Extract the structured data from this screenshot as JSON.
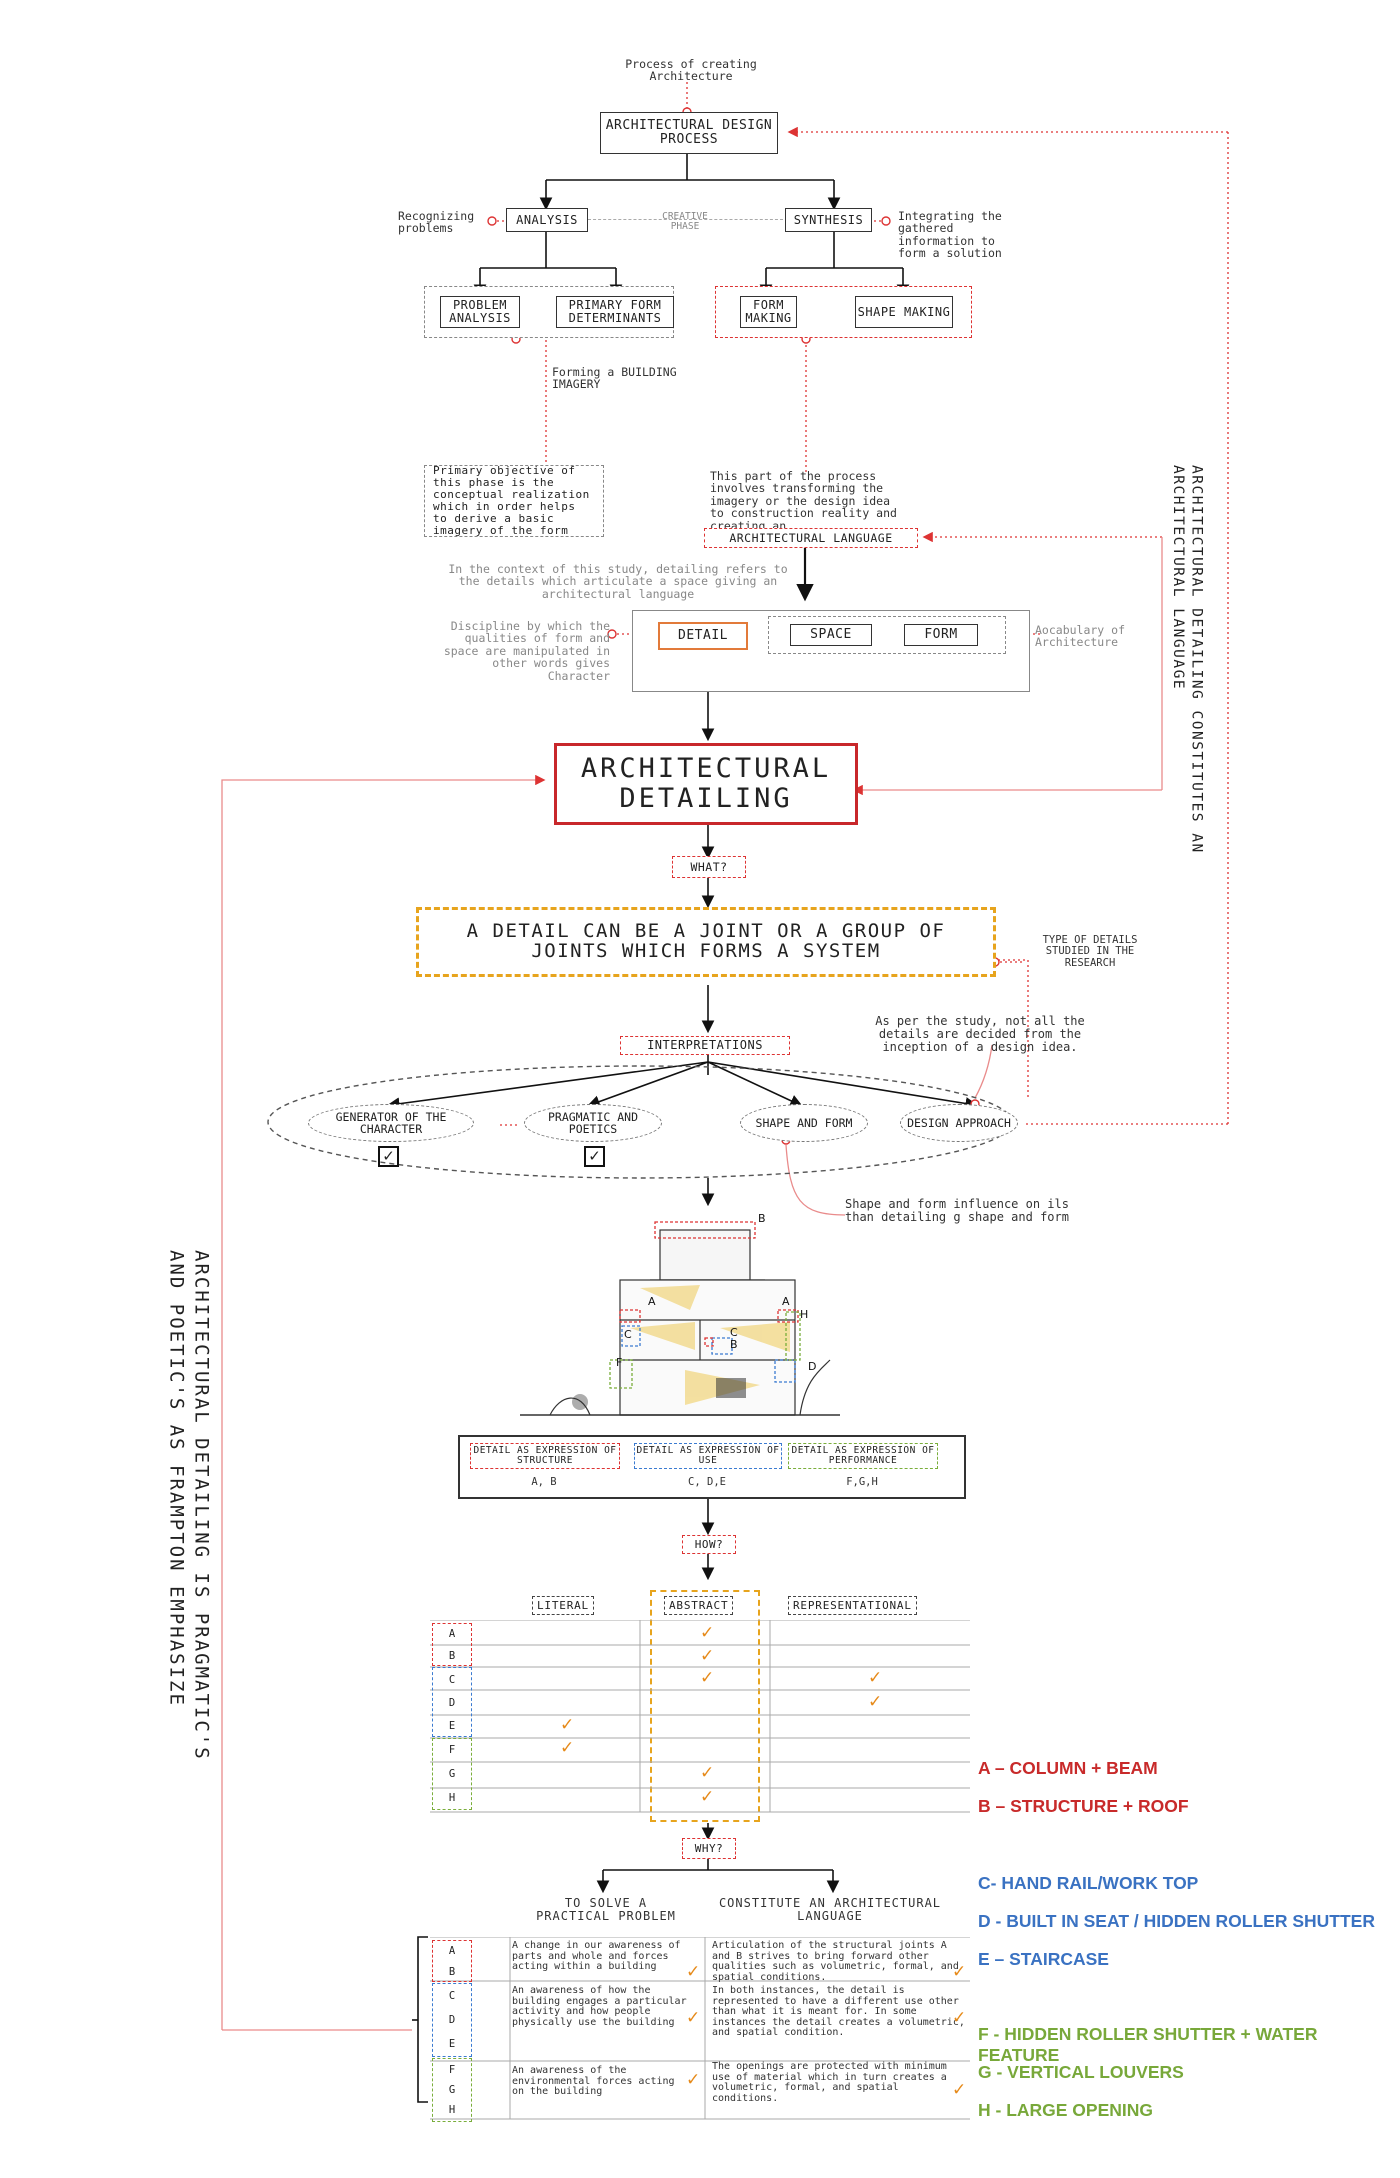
{
  "top_note": "Process of creating Architecture",
  "design_process": "ARCHITECTURAL DESIGN PROCESS",
  "analysis": "ANALYSIS",
  "synthesis": "SYNTHESIS",
  "creative_phase": "CREATIVE PHASE",
  "recognizing": "Recognizing problems",
  "integrating": "Integrating the gathered information to form a solution",
  "problem_analysis": "PROBLEM ANALYSIS",
  "primary_form": "PRIMARY FORM DETERMINANTS",
  "form_making": "FORM MAKING",
  "shape_making": "SHAPE MAKING",
  "forming_imagery": "Forming a BUILDING IMAGERY",
  "primary_objective": "Primary objective of this phase is the conceptual realization which in order helps to derive a basic imagery of the form",
  "this_part": "This part of the process involves transforming the imagery or the design idea to construction reality and creating an",
  "arch_language": "ARCHITECTURAL LANGUAGE",
  "context_note": "In the context of this study, detailing refers to the details which articulate a space giving an architectural language",
  "discipline_note": "Discipline by which the qualities of form and space are manipulated in other words gives Character",
  "detail": "DETAIL",
  "space": "SPACE",
  "form": "FORM",
  "vocabulary": "Aocabulary of Architecture",
  "arch_detailing": "ARCHITECTURAL DETAILING",
  "what": "WHAT?",
  "joint_text": "A DETAIL CAN BE A JOINT OR A GROUP OF JOINTS WHICH FORMS A SYSTEM",
  "type_details": "TYPE OF DETAILS STUDIED IN THE RESEARCH",
  "interpretations": "INTERPRETATIONS",
  "as_per_study": "As per the study, not all the details are decided from the inception of a design idea.",
  "generator": "GENERATOR OF THE CHARACTER",
  "pragmatic": "PRAGMATIC AND POETICS",
  "shape_form": "SHAPE AND FORM",
  "design_approach": "DESIGN APPROACH",
  "shape_influence": "Shape and form influence on ils than detailing g shape and form",
  "right_vertical": "ARCHITECTURAL DETAILING CONSTITUTES AN ARCHITECTURAL LANGUAGE",
  "left_vertical": "ARCHITECTURAL DETAILING IS PRAGMATIC'S AND POETIC'S AS FRAMPTON EMPHASIZE",
  "expressions": [
    {
      "label": "DETAIL AS EXPRESSION OF STRUCTURE",
      "items": "A, B"
    },
    {
      "label": "DETAIL AS EXPRESSION OF USE",
      "items": "C, D,E"
    },
    {
      "label": "DETAIL AS EXPRESSION OF PERFORMANCE",
      "items": "F,G,H"
    }
  ],
  "how": "HOW?",
  "columns": [
    "LITERAL",
    "ABSTRACT",
    "REPRESENTATIONAL"
  ],
  "rows": [
    "A",
    "B",
    "C",
    "D",
    "E",
    "F",
    "G",
    "H"
  ],
  "why": "WHY?",
  "solve": "TO SOLVE A PRACTICAL PROBLEM",
  "constitute": "CONSTITUTE AN ARCHITECTURAL LANGUAGE",
  "why_rows": [
    {
      "solve": "A change in our awareness of parts and whole and forces acting within a building",
      "lang": "Articulation of the structural joints A and B strives to bring forward other qualities such as volumetric, formal, and spatial conditions."
    },
    {
      "solve": "An awareness of how the building engages a particular activity and how people physically use the building",
      "lang": "In both instances, the detail is represented to have a different use other than what it is meant for. In some instances the detail creates a volumetric, and spatial condition."
    },
    {
      "solve": "An awareness of the environmental forces acting on the building",
      "lang": "The openings are protected with minimum use of material which in turn creates a volumetric, formal, and spatial conditions."
    }
  ],
  "legend": [
    {
      "text": "A – COLUMN + BEAM",
      "color": "#c82a2a"
    },
    {
      "text": "B – STRUCTURE + ROOF",
      "color": "#c82a2a"
    },
    {
      "text": "C- HAND RAIL/WORK TOP",
      "color": "#3a72c2"
    },
    {
      "text": "D - BUILT IN SEAT / HIDDEN ROLLER SHUTTER",
      "color": "#3a72c2"
    },
    {
      "text": "E – STAIRCASE",
      "color": "#3a72c2"
    },
    {
      "text": "F - HIDDEN ROLLER SHUTTER + WATER FEATURE",
      "color": "#78a83a"
    },
    {
      "text": "G - VERTICAL LOUVERS",
      "color": "#78a83a"
    },
    {
      "text": "H - LARGE OPENING",
      "color": "#78a83a"
    }
  ],
  "section_labels": {
    "a": "A",
    "b": "B",
    "c": "C",
    "d": "D",
    "f": "F",
    "h": "H"
  }
}
